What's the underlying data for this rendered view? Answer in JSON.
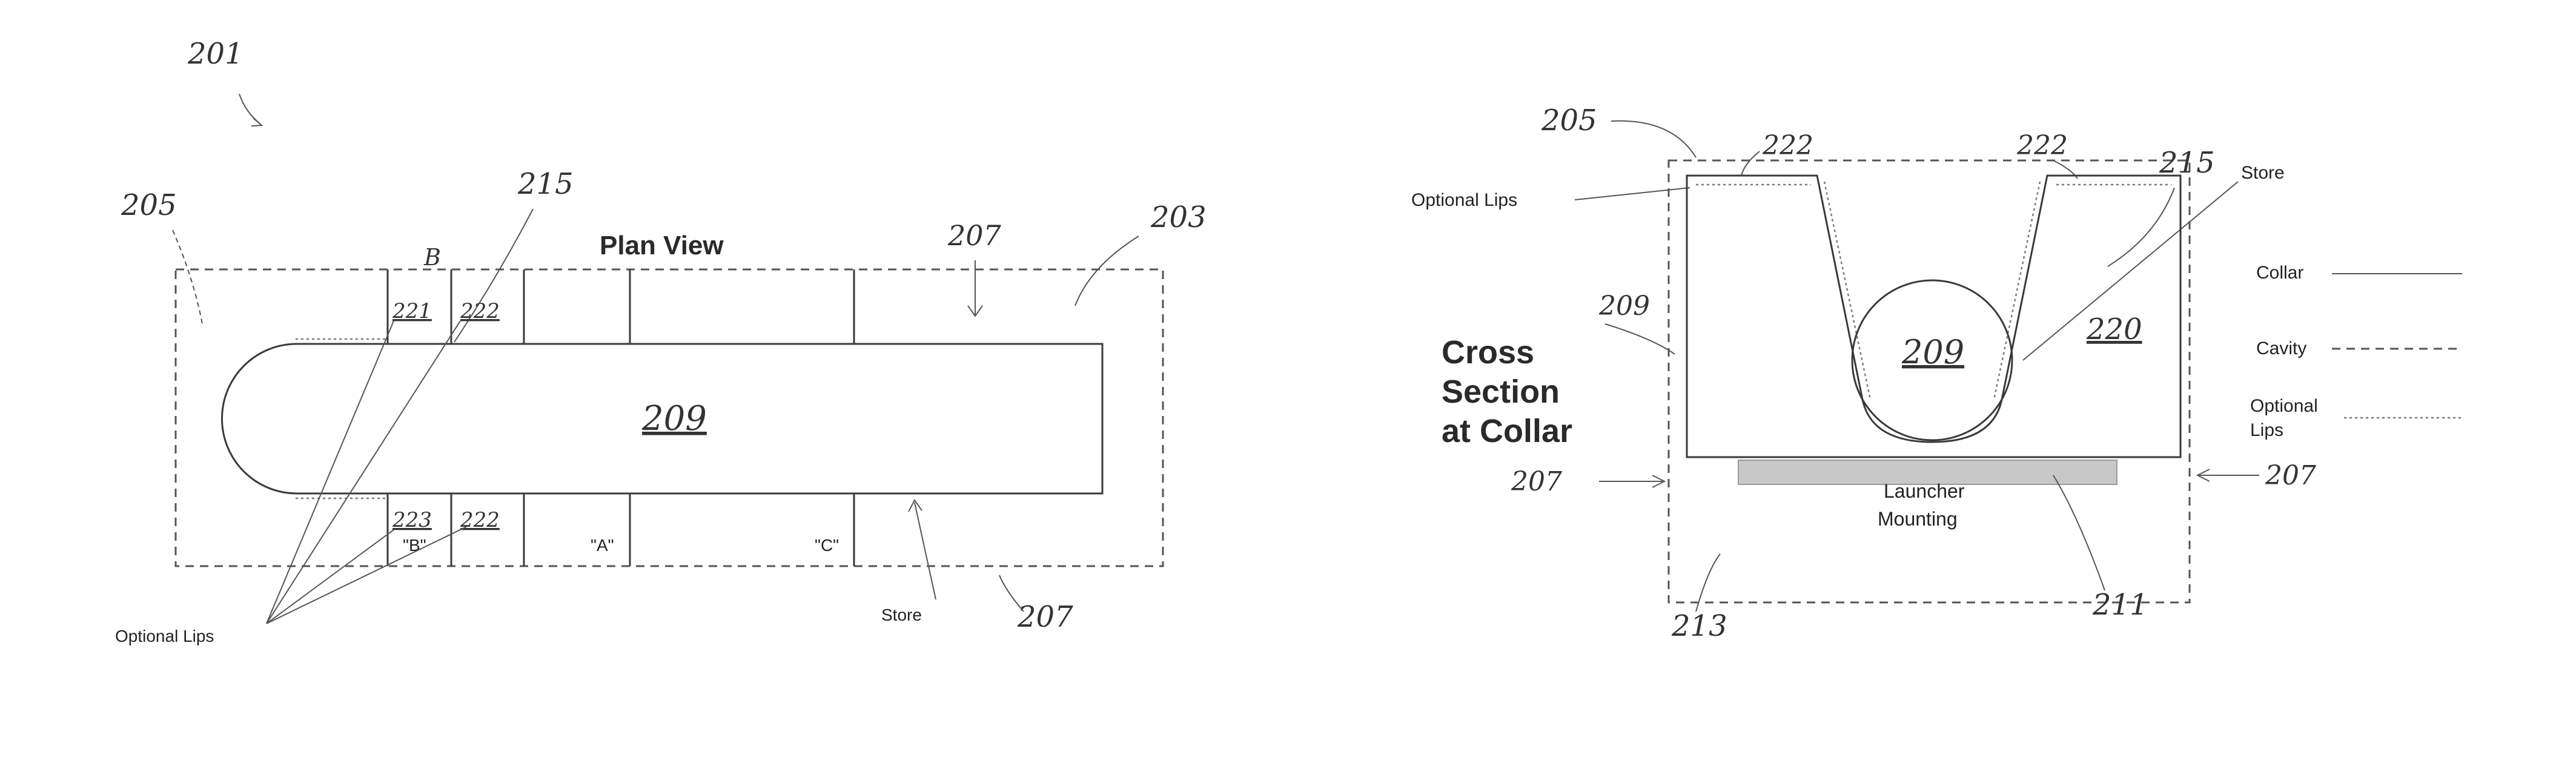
{
  "plan_view": {
    "title": "Plan View",
    "ref_201": "201",
    "ref_205": "205",
    "ref_215": "215",
    "ref_207_top": "207",
    "ref_207_bottom": "207",
    "ref_203": "203",
    "ref_209": "209",
    "label_b": "B",
    "ref_221": "221",
    "ref_222_top": "222",
    "ref_223": "223",
    "ref_222_bottom": "222",
    "label_b_quoted": "\"B\"",
    "label_a_quoted": "\"A\"",
    "label_c_quoted": "\"C\"",
    "store_label": "Store",
    "optional_lips_label": "Optional Lips"
  },
  "cross_section": {
    "title_line1": "Cross",
    "title_line2": "Section",
    "title_line3": "at Collar",
    "ref_205": "205",
    "ref_222_left": "222",
    "ref_222_right": "222",
    "ref_215": "215",
    "ref_209_side": "209",
    "ref_209_store": "209",
    "ref_220": "220",
    "ref_207_left": "207",
    "ref_207_right": "207",
    "ref_213": "213",
    "ref_211": "211",
    "optional_lips_label": "Optional Lips",
    "store_label": "Store",
    "launcher_line1": "Launcher",
    "launcher_line2": "Mounting"
  },
  "legend": {
    "collar": "Collar",
    "cavity": "Cavity",
    "optional_line1": "Optional",
    "optional_line2": "Lips"
  }
}
